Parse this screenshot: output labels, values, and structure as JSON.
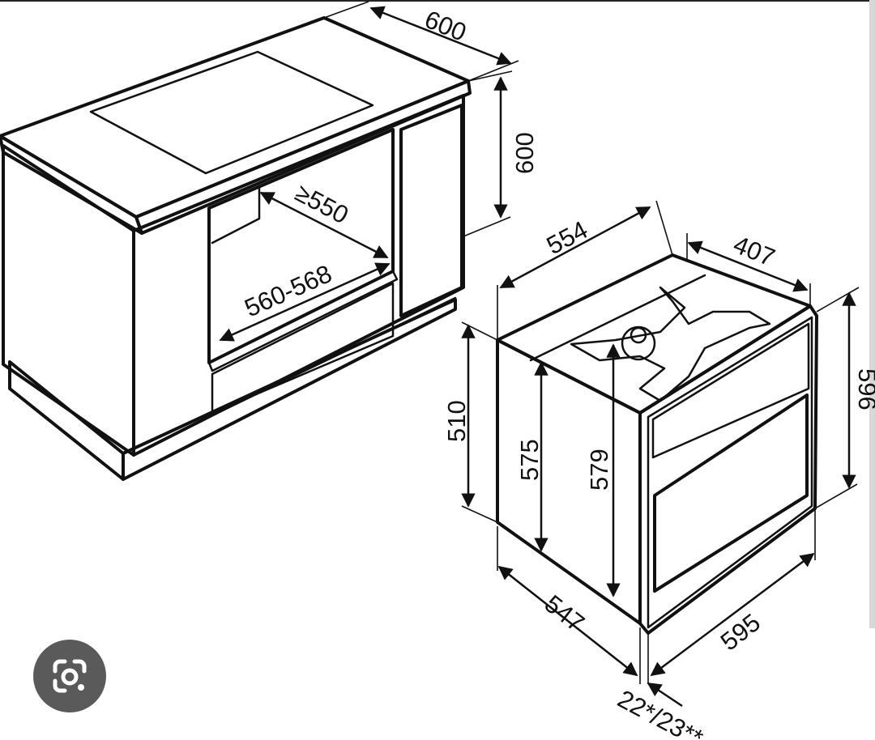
{
  "diagram": {
    "cabinet": {
      "depth": "600",
      "height": "600",
      "niche_depth": "≥550",
      "niche_width": "560-568"
    },
    "oven": {
      "top_depth": "554",
      "top_width": "407",
      "height_total": "596",
      "side_height": "510",
      "body_height": "575",
      "front_height": "579",
      "depth": "547",
      "width": "595",
      "front_offset": "22*/23**"
    }
  },
  "ui": {
    "lens_icon": "google-lens-icon"
  }
}
